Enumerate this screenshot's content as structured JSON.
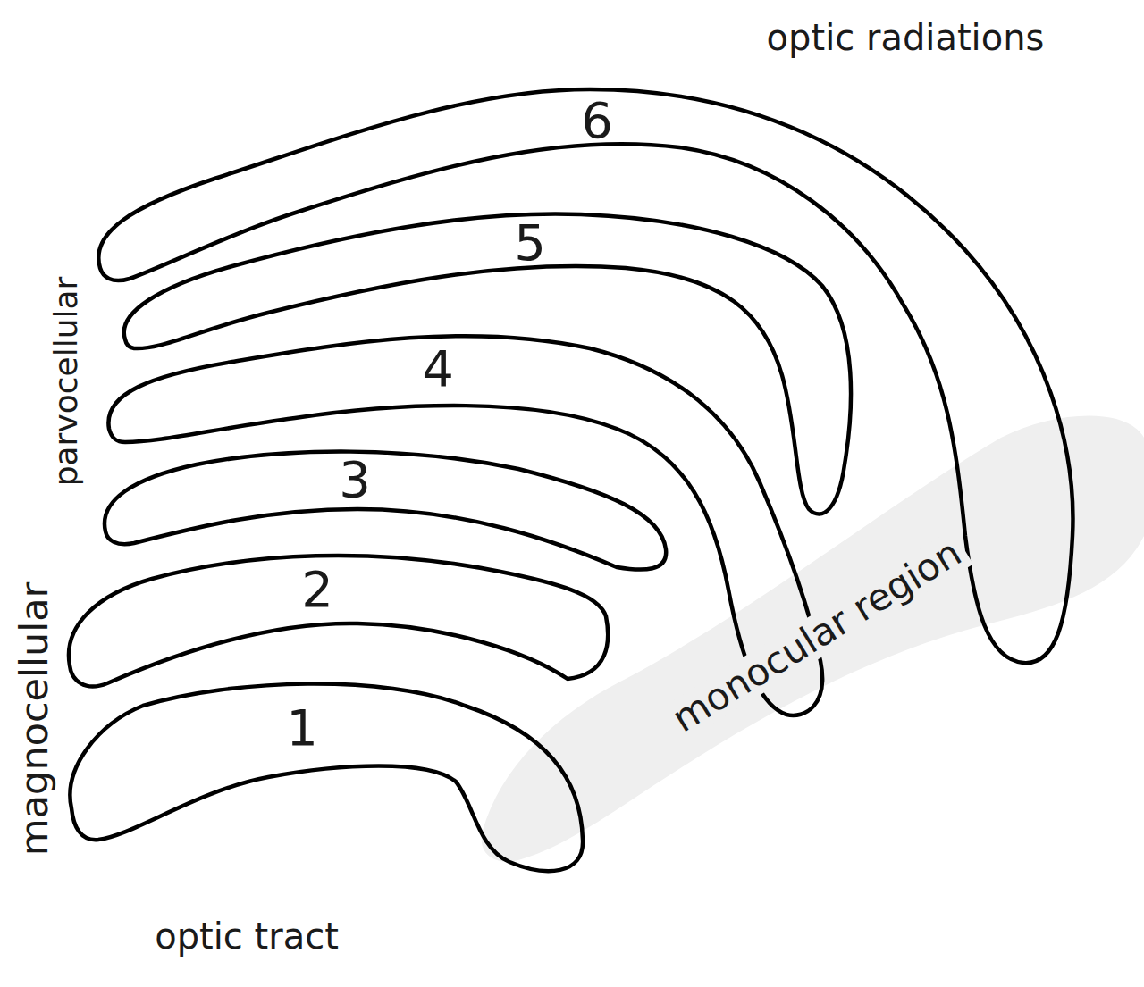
{
  "diagram": {
    "nodes": [
      {
        "text": [
          "monocular region"
        ]
      },
      {
        "text": [
          "6"
        ]
      },
      {
        "text": [
          "5"
        ]
      },
      {
        "text": [
          "4"
        ]
      },
      {
        "text": [
          "3"
        ]
      },
      {
        "text": [
          "2"
        ]
      },
      {
        "text": [
          "1"
        ]
      }
    ],
    "labels": [
      "optic radiations",
      "parvocellular",
      "magnocellular",
      "optic tract"
    ]
  }
}
